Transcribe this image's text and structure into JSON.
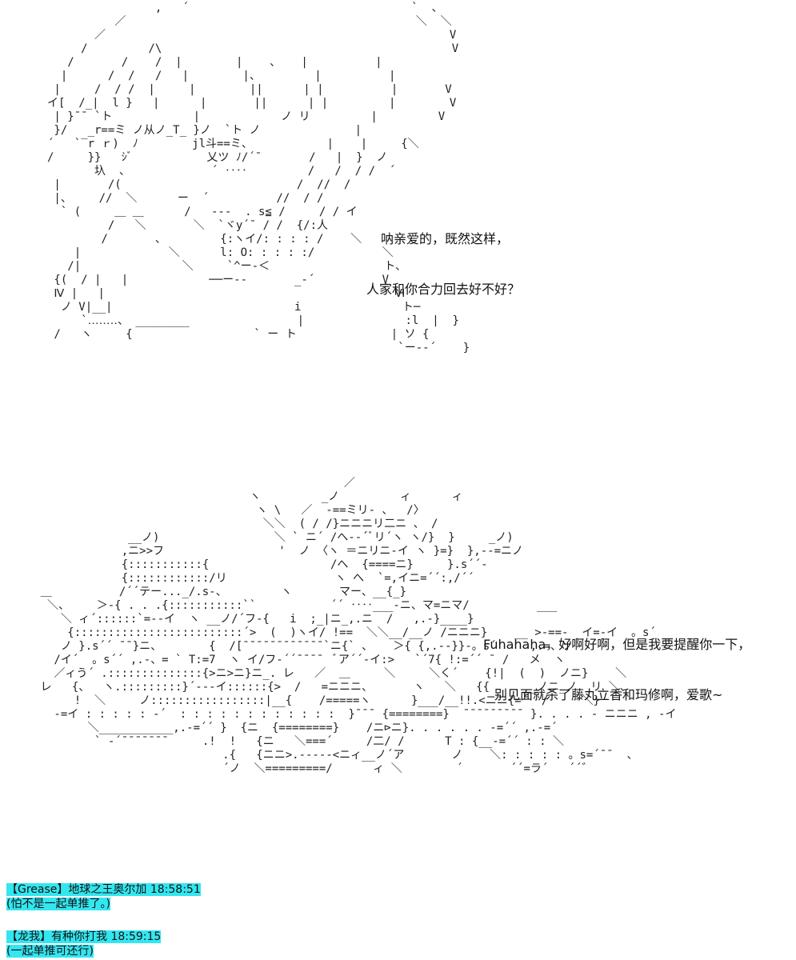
{
  "art": {
    "top": "                       ,   ´                                 `  、\n                 ／                                           ＼  ＼\n              ／                                                   V\n            /         /\\                                           V\n          /       /    /  |        |    、   |          |\n         |      /  /   /   |        |、        |          |\n        |     /  / /  |     |        ||      | |          |       V\n       イ[  /_|  l }   |      |       ||      | |         |        V\n        | }¯¯ `ト            |            ノ リ         |         V\n        }/   _r==ミ ノ从ノ_T_ }ノ  `ト ノ              |\n       ´   `‾r ｒ)  ﾉ        jl斗==ミ、           |    |     {＼\n       /     }}   ｼﾞ           乂ツ ﾉ/´¯       /   |  }  ノ\n              圦  、            ´ ‥‥         /   /  / /  ´\n        |       /(                          /  //  /\n        |、    //  ＼      ー  ´          //  / /\n         ` (     ＿ ＿      /   ‐--  . s≦ /     / / イ\n                /   ＼       ＼  `ヾy´¯ / /  {/:人\n               /       、        {:ヽイ/: : : : /    ＼\n           |             ＼      l: O: : : : :/          ＼\n          /|               ＼     `^ー‐＜                 ト、\n        {(  / |   |            ──ー‐‐       _‐´          V\n        Ⅳ |   |                                           Ⅵ\n         ノ V|__|                           i               ト─\n            `‥‥‥‥、 ________                |               :l  |  }\n        /   ヽ     {                  ` ー ト              | ソ {\n                                                           `ー‐‐´    }",
    "bottom": "                                                   ／\n                                     ヽ         _ノ         ィ      ィ\n                                      ヽ \\   ／  -==ミリ‐ 、  /〉\n                                       ＼＼  ( / /}ニニニリ二ニ 、 /\n                   __ノ)                 ＼ ` ニ´ /へ-‐´ﾞリ´ヽ ヽ/}  }     _ノ)\n                  ,ニ>>フ                 '  ノ 〈ヽ ＝ニリニ-イ ヽ }=}  },--=ニノ\n                  {:::::::::::{                  /へ  {====ニ}     }.s´´-\n                  {::::::::::::/リ                ヽ へ  `=,イニ=´´:,/´´\n      ＿          /´´テー..._/.s-、        ヽ       マー、__{_}\n       ＼、    ＞‐{ . . .{:::::::::::``           ´´ ‥‥___‐ニ、マ=ニマ/          ___\n         ＼ ィ´::::::`=--イ  ヽ __ノ/´フ‐{   i  ;_|ニ_,.ニ  /   ,.‐}____}\n          {:::::::::::::::::::::::::´>  (  )ヽイ/ !==  ＼＼__/__ノ /ニニニ}    __ >‐==‐  イ=‐イ  。s´\n         ノ }.s´´ ̄ ̄ }ニ、       {  /[¯¯¯¯¯¯¯¯¯¯¯¯`ニ{` 、   ＞{ {,.--}}‐。s´     ,.=、ソ\n        /イ´  。s´´ ,.-、= ` T:=7  ヽ イ/フ‐´´¯¯¯¯  ﾞア´´‐イ:>   `´7{ !:=´´ ̄  /   メ  ヽ\n        ／ィう´ .::::::::::::::{>ニ>ニ}ニ_. レ   ／  ＿     ＼     ＼く´    {!|  (  )  ノニ}    ＼\n      レ   {、  ヽ.:::::::::}´‐--イ::::::{>  /   =ニニニ、      ヽ   ＼   {{     __ノニ_ノ  リ ＼、\n           !  ＼     ノ:::::::::::::::::|__{    /=====ヽ      }___/__!!.<ニニ{=´  /     ＼}\n        -=イ : : : : : ‐´  : : : : : : : : : : : :  }¯¯¯ {========}  ¯¯¯¯¯¯¯¯¯ }. . . . ‐ ニニニ , -イ\n             ＼___________,.-=´´ }  {ニ  {========}    /ニ⊳ニ}. . . . . . ‐=´´ ,.-=´\n              ` ‐´¯¯¯¯¯¯¯     .!  !   {ニ   ＼===´     /二/ /      T : {__-=´´ : : ＼\n                                 .{   {ニニ>.-----<ニィ__ノ´ア       ノ    ＼: : : : : 。s=´¯¯  、\n                                 ´ノ  ＼=========/      ィ ＼        ´       ´´=ラ´   ´´゛"
  },
  "speech": {
    "line1": "呐亲爱的，既然这样，",
    "line2": "人家和你合力回去好不好？",
    "line3": "Fuhahaha，好啊好啊，但是我要提醒你一下，",
    "line4": "别见面就杀了藤丸立香和玛修啊，爱歌~"
  },
  "chat": [
    {
      "author": "【Grease】地球之王奥尔加",
      "time": "18:58:51",
      "message": "(怕不是一起单推了。)"
    },
    {
      "author": "【龙我】有种你打我",
      "time": "18:59:15",
      "message": "(一起单推可还行)"
    }
  ]
}
